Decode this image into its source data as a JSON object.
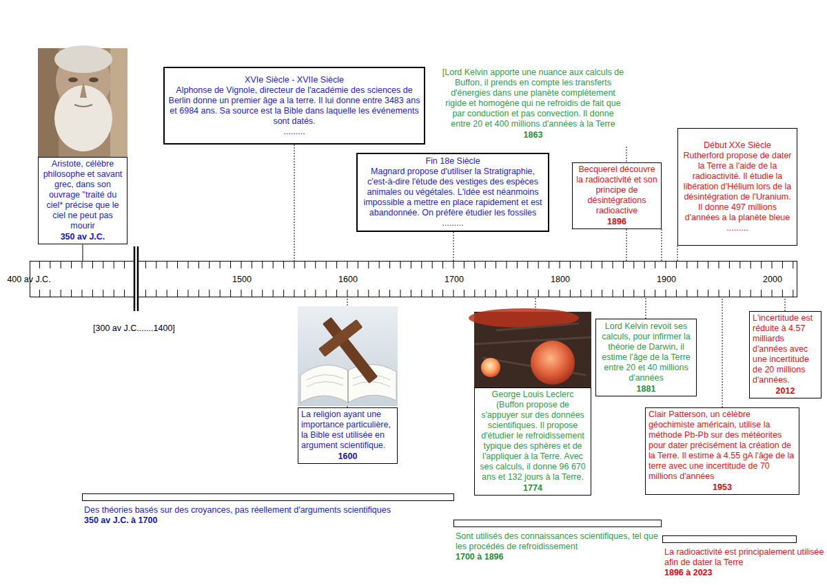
{
  "diagram": {
    "nodes": [
      {
        "text": [
          "Aristote, célèbre philosophe et savant grec, dans son ouvrage \"traité du ciel* précise que le ciel ne peut pas mourir",
          "350 av J.C."
        ]
      },
      {
        "text": [
          "XVIe Siècle - XVIIe Siècle",
          "Alphonse de Vignole, directeur de l'académie des sciences de Berlin donne un premier âge a la terre. Il lui donne entre 3483 ans et 6984 ans. Sa source est la Bible dans laquelle les événements sont datés.",
          "........."
        ]
      },
      {
        "text": [
          "[Lord Kelvin apporte une nuance aux calculs de Buffon, il prends en compte les transferts d'énergies dans une planète complètement rigide et homogène qui ne refroidis de fait que par conduction et pas convection. Il donne entre 20 et 400 millions d'années à la Terre",
          "1863"
        ]
      },
      {
        "text": [
          "Fin 18e Siècle",
          "Magnard propose d'utiliser la Stratigraphie, c'est-à-dire l'étude des vestiges des espèces animales ou végétales. L'idée est néanmoins impossible a mettre en place rapidement et est abandonnée. On préfère étudier les fossiles",
          "........."
        ]
      },
      {
        "text": [
          "Becquerel découvre la radioactivité et son principe de désintégrations radioactive",
          "1896"
        ]
      },
      {
        "text": [
          "Début XXe Siècle",
          "Rutherford propose de dater la Terre a l'aide de la radioactivité. Il étudie la libération d'Hélium lors de la désintégration de l'Uranium. Il donne 497 millions d'années a la planète bleue",
          "........."
        ]
      },
      {
        "text": [
          "400 av J.C.",
          "1500",
          "1600",
          "1700",
          "1800",
          "1900",
          "2000"
        ]
      },
      {
        "text": [
          "La religion ayant une importance particulière, la Bible est utilisée en argument scientifique.",
          "1600"
        ]
      },
      {
        "text": [
          "George Louis Leclerc (Buffon propose de s'appuyer sur des données scientifiques. Il propose d'étudier le refroidissement typique des sphères et de l'appliquer à la Terre. Avec ses calculs, il donne 96 670 ans et 132 jours à la Terre.",
          "1774"
        ]
      },
      {
        "text": [
          "Lord Kelvin revoit ses calculs, pour infirmer la théorie de Darwin, il estime l'âge de la Terre entre 20 et 40 millions d'années",
          "1881"
        ]
      },
      {
        "text": [
          "Clair Patterson, un célèbre géochimiste américain, utilise la méthode Pb-Pb sur des météorites pour dater précisément la création de la Terre. Il estime à 4.55 gA l'âge de la terre avec une incertitude de 70 millions d'années",
          "1953"
        ]
      },
      {
        "text": [
          "L'incertitude est réduite à 4.57 milliards d'années avec une incertitude de 20 millions d'années.",
          "2012"
        ]
      },
      {
        "text": [
          "Des théories basés sur des croyances, pas réellement d'arguments scientifiques",
          "350 av J.C. à 1700"
        ]
      },
      {
        "text": [
          "Sont utilisés des connaissances scientifiques, tel que les procédés de refroidissement",
          "1700 à 1896"
        ]
      },
      {
        "text": [
          "La radioactivité est principalement utilisée afin de dater la Terre",
          "1896 à 2023"
        ]
      }
    ],
    "edges": [
      {
        "from": 0,
        "to": 6,
        "arrow": "none"
      },
      {
        "from": 1,
        "to": 6,
        "arrow": "none"
      },
      {
        "from": 2,
        "to": 6,
        "arrow": "none"
      },
      {
        "from": 3,
        "to": 6,
        "arrow": "none"
      },
      {
        "from": 4,
        "to": 6,
        "arrow": "none"
      },
      {
        "from": 5,
        "to": 6,
        "arrow": "none"
      },
      {
        "from": 7,
        "to": 6,
        "arrow": "none"
      },
      {
        "from": 8,
        "to": 6,
        "arrow": "none"
      },
      {
        "from": 9,
        "to": 6,
        "arrow": "none"
      },
      {
        "from": 10,
        "to": 6,
        "arrow": "none"
      },
      {
        "from": 11,
        "to": 6,
        "arrow": "none"
      }
    ],
    "labels": [
      "[300 av J.C.......1400]"
    ]
  }
}
